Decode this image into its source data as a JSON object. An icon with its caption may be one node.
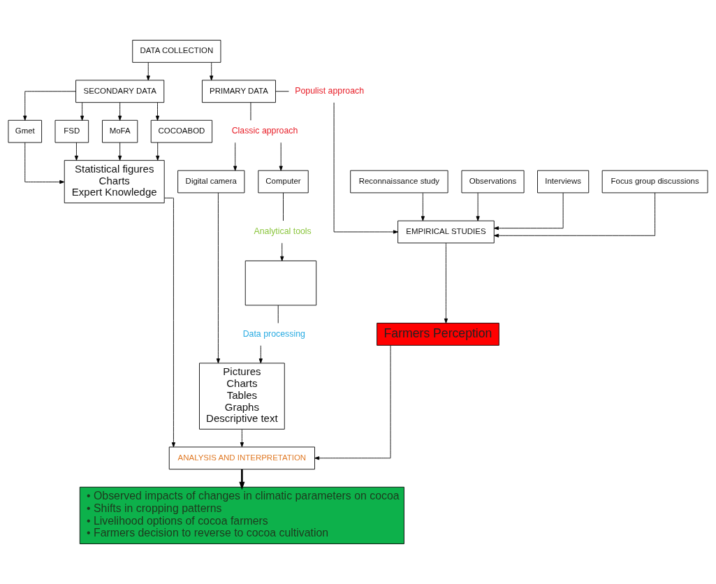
{
  "diagram": {
    "nodes": [
      {
        "text": [
          "DATA COLLECTION"
        ]
      },
      {
        "text": [
          "SECONDARY DATA"
        ]
      },
      {
        "text": [
          "PRIMARY DATA"
        ]
      },
      {
        "text": [
          "Gmet"
        ]
      },
      {
        "text": [
          "FSD"
        ]
      },
      {
        "text": [
          "MoFA"
        ]
      },
      {
        "text": [
          "COCOABOD"
        ]
      },
      {
        "text": [
          "Statistical figures",
          "Charts",
          "Expert Knowledge"
        ]
      },
      {
        "text": [
          "Populist approach"
        ]
      },
      {
        "text": [
          "Reconnaissance study"
        ]
      },
      {
        "text": [
          "Observations"
        ]
      },
      {
        "text": [
          "Interviews"
        ]
      },
      {
        "text": [
          "Focus group discussions"
        ]
      },
      {
        "text": [
          "EMPIRICAL STUDIES"
        ]
      },
      {
        "text": [
          "Farmers Perception"
        ]
      },
      {
        "text": [
          "Classic approach"
        ]
      },
      {
        "text": [
          "Digital camera"
        ]
      },
      {
        "text": [
          "Computer"
        ]
      },
      {
        "text": [
          "Analytical tools"
        ]
      },
      {
        "text": [],
        "shape": "box"
      },
      {
        "text": [
          "Data processing"
        ]
      },
      {
        "text": [
          "Pictures",
          "Charts",
          "Tables",
          "Graphs",
          "Descriptive text"
        ]
      },
      {
        "text": [
          "ANALYSIS AND INTERPRETATION"
        ]
      },
      {
        "text": [
          "• Observed impacts of changes in climatic parameters on cocoa",
          "• Shifts in cropping patterns",
          "• Livelihood options of cocoa farmers",
          "• Farmers decision to reverse to cocoa cultivation"
        ]
      }
    ],
    "edges": [
      {
        "from": 0,
        "to": 1,
        "arrow": "to"
      },
      {
        "from": 0,
        "to": 2,
        "arrow": "to"
      },
      {
        "from": 1,
        "to": 3,
        "arrow": "to"
      },
      {
        "from": 1,
        "to": 4,
        "arrow": "to"
      },
      {
        "from": 1,
        "to": 5,
        "arrow": "to"
      },
      {
        "from": 1,
        "to": 6,
        "arrow": "to"
      },
      {
        "from": 3,
        "to": 7,
        "arrow": "to"
      },
      {
        "from": 4,
        "to": 7,
        "arrow": "to"
      },
      {
        "from": 5,
        "to": 7,
        "arrow": "to"
      },
      {
        "from": 6,
        "to": 7,
        "arrow": "to"
      },
      {
        "from": 2,
        "to": 8,
        "arrow": "none"
      },
      {
        "from": 8,
        "to": 13,
        "arrow": "to"
      },
      {
        "from": 9,
        "to": 13,
        "arrow": "to"
      },
      {
        "from": 10,
        "to": 13,
        "arrow": "to"
      },
      {
        "from": 11,
        "to": 13,
        "arrow": "to"
      },
      {
        "from": 12,
        "to": 13,
        "arrow": "to"
      },
      {
        "from": 13,
        "to": 14,
        "arrow": "to"
      },
      {
        "from": 2,
        "to": 15,
        "arrow": "none"
      },
      {
        "from": 15,
        "to": 16,
        "arrow": "to"
      },
      {
        "from": 15,
        "to": 17,
        "arrow": "to"
      },
      {
        "from": 17,
        "to": 18,
        "arrow": "none"
      },
      {
        "from": 18,
        "to": 19,
        "arrow": "to"
      },
      {
        "from": 19,
        "to": 20,
        "arrow": "none"
      },
      {
        "from": 20,
        "to": 21,
        "arrow": "to"
      },
      {
        "from": 16,
        "to": 21,
        "arrow": "to"
      },
      {
        "from": 7,
        "to": 22,
        "arrow": "to"
      },
      {
        "from": 14,
        "to": 22,
        "arrow": "to"
      },
      {
        "from": 21,
        "to": 22,
        "arrow": "to"
      },
      {
        "from": 22,
        "to": 23,
        "arrow": "to",
        "style": "thick"
      }
    ]
  }
}
